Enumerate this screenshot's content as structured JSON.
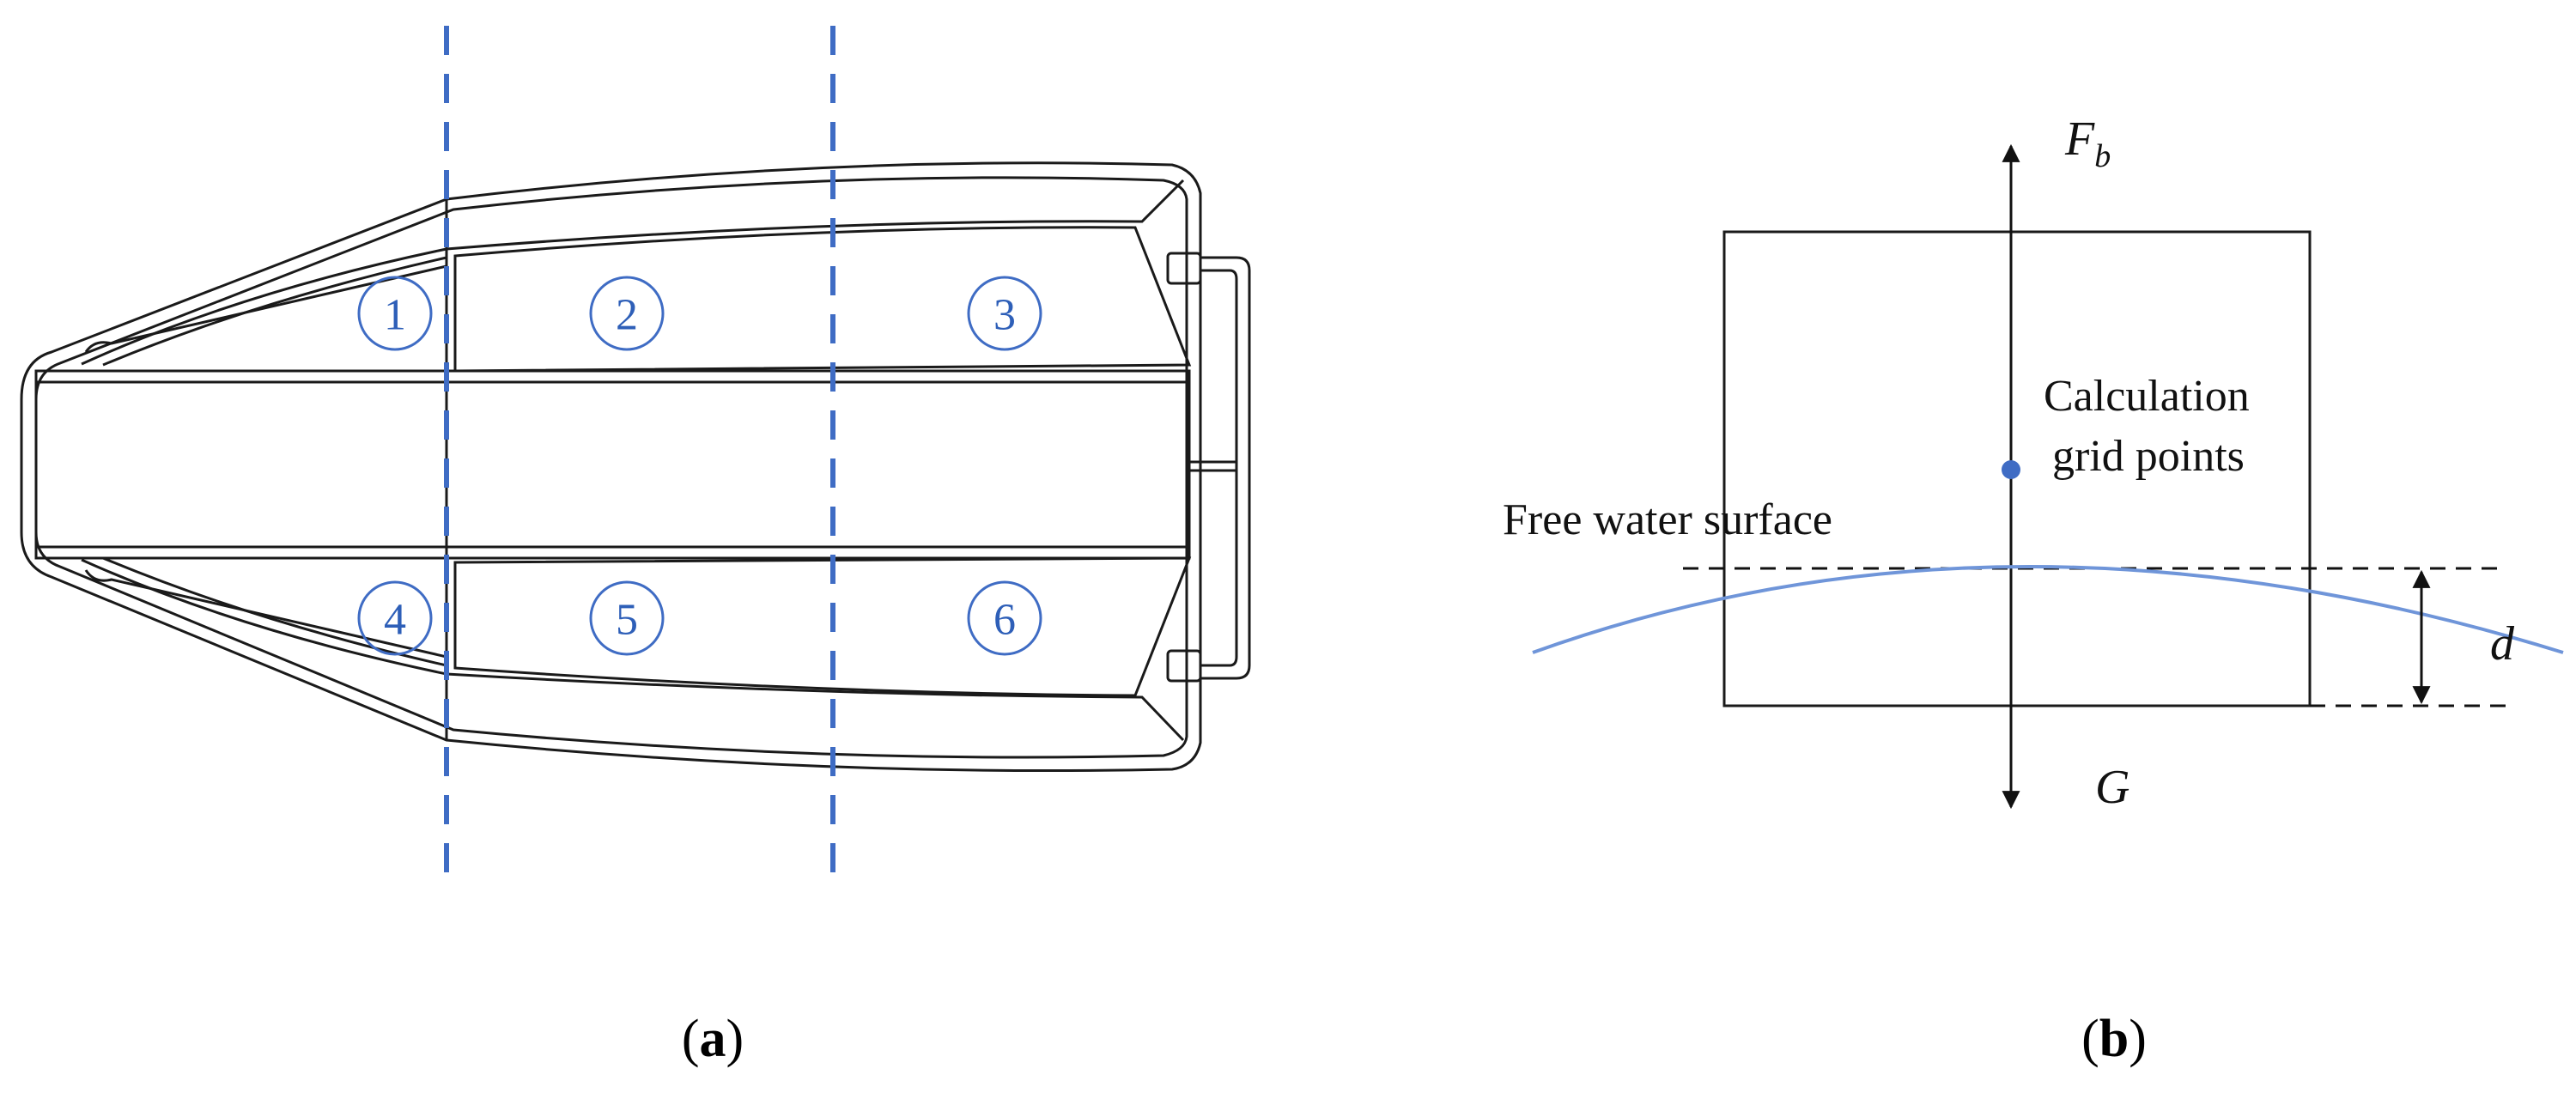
{
  "panel_a": {
    "caption_label": "a",
    "section_labels": [
      "1",
      "2",
      "3",
      "4",
      "5",
      "6"
    ]
  },
  "panel_b": {
    "caption_label": "b",
    "force_up": "F",
    "force_up_subscript": "b",
    "force_down": "G",
    "grid_point_label_line1": "Calculation",
    "grid_point_label_line2": "grid points",
    "water_label": "Free water surface",
    "draft_label": "d"
  },
  "colors": {
    "accent_blue": "#3f6cc4",
    "water_blue": "#6f95d9",
    "stroke": "#1a1a1a"
  }
}
